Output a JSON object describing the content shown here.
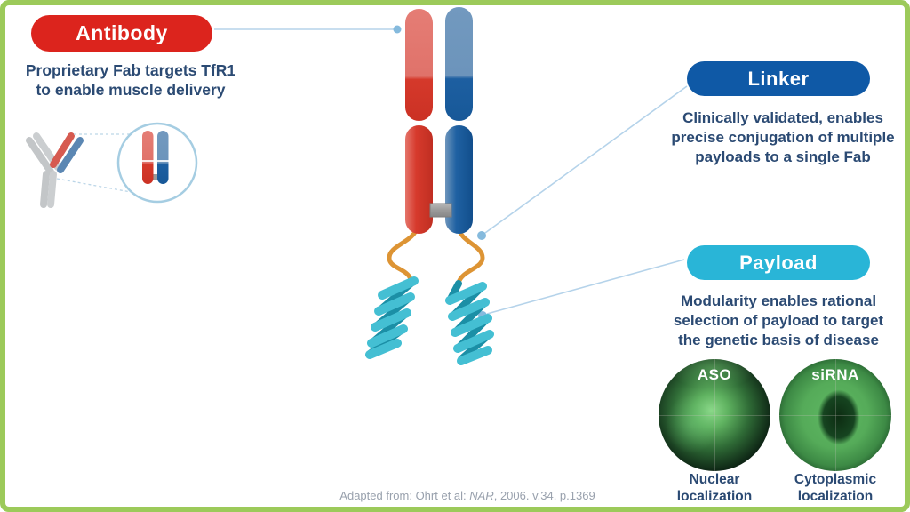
{
  "frame": {
    "border_color": "#9cca5a",
    "background": "#ffffff"
  },
  "callouts": {
    "antibody": {
      "label": "Antibody",
      "pill_color": "#dc241d",
      "description": "Proprietary Fab targets TfR1\nto enable muscle delivery"
    },
    "linker": {
      "label": "Linker",
      "pill_color": "#0f59a6",
      "description": "Clinically validated, enables\nprecise conjugation of multiple\npayloads to a single Fab"
    },
    "payload": {
      "label": "Payload",
      "pill_color": "#29b5d7",
      "description": "Modularity enables rational\nselection of payload to target\nthe genetic basis of disease"
    }
  },
  "microscopy": [
    {
      "label": "ASO",
      "caption": "Nuclear\nlocalization"
    },
    {
      "label": "siRNA",
      "caption": "Cytoplasmic\nlocalization"
    }
  ],
  "citation": {
    "prefix": "Adapted from: Ohrt et al: ",
    "journal": "NAR",
    "suffix": ", 2006. v.34. p.1369"
  },
  "diagram_colors": {
    "fab_red": "#d5392b",
    "fab_red_light": "#e57d75",
    "fab_blue": "#1d5fa1",
    "fab_blue_light": "#7299bf",
    "hinge_gray": "#9a9a9a",
    "linker_orange": "#dd9434",
    "helix_teal": "#44bfd3",
    "helix_teal_dark": "#1b8fa6",
    "callout_line": "#b5d3ea",
    "callout_dot": "#85badd"
  }
}
